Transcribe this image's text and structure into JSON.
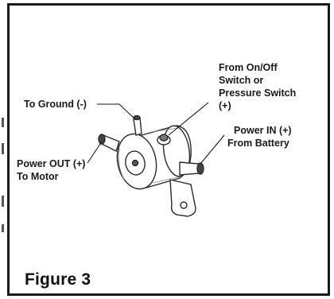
{
  "figure": {
    "caption": "Figure 3"
  },
  "labels": {
    "ground": "To Ground (-)",
    "onoff_line1": "From On/Off",
    "onoff_line2": "Switch or",
    "onoff_line3": "Pressure Switch",
    "onoff_line4": "(+)",
    "power_in_line1": "Power IN (+)",
    "power_in_line2": "From Battery",
    "power_out_line1": "Power OUT (+)",
    "power_out_line2": "To Motor"
  },
  "icons": {
    "component": "solenoid-icon"
  }
}
